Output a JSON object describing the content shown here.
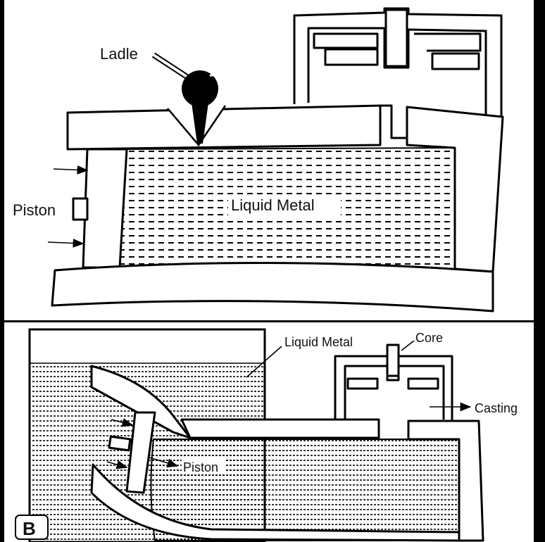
{
  "top_panel": {
    "labels": {
      "ladle": "Ladle",
      "piston": "Piston",
      "liquid_metal": "Liquid Metal"
    }
  },
  "bottom_panel": {
    "labels": {
      "liquid_metal": "Liquid Metal",
      "core": "Core",
      "casting": "Casting",
      "piston": "Piston",
      "panel_letter": "B"
    }
  },
  "colors": {
    "frame": "#000000",
    "panel_background": "#ffffff",
    "ink": "#111111"
  }
}
